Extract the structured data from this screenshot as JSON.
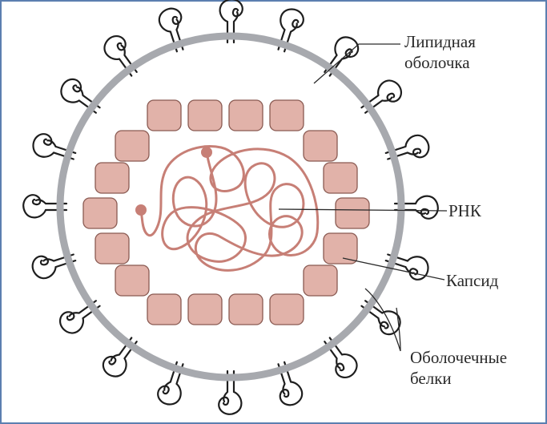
{
  "labels": {
    "lipid_line1": "Липидная",
    "lipid_line2": "оболочка",
    "rna": "РНК",
    "capsid": "Капсид",
    "proteins_line1": "Оболочечные",
    "proteins_line2": "белки"
  },
  "colors": {
    "frame": "#5b7fb0",
    "envelope": "#a7a9ae",
    "capsomere_fill": "#e1b2a9",
    "capsomere_stroke": "#8a5a52",
    "rna": "#c77f76",
    "protein_stroke": "#1e1e1e",
    "leader": "#2a2a2a"
  }
}
